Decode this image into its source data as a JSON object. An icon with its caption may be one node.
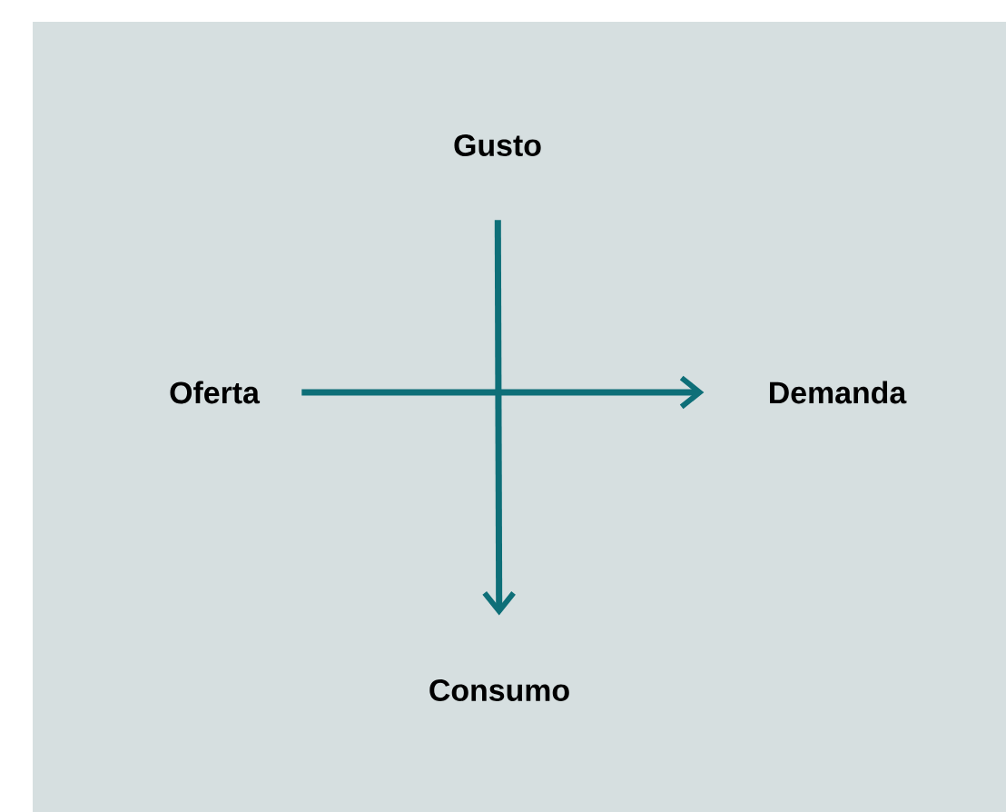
{
  "diagram": {
    "nodes": [
      {
        "text": [
          "Gusto"
        ]
      },
      {
        "text": [
          "Oferta"
        ]
      },
      {
        "text": [
          "Demanda"
        ]
      },
      {
        "text": [
          "Consumo"
        ]
      }
    ],
    "edges": [
      {
        "from": 1,
        "to": 2,
        "arrow": "to"
      },
      {
        "from": 0,
        "to": 3,
        "arrow": "to"
      }
    ]
  }
}
